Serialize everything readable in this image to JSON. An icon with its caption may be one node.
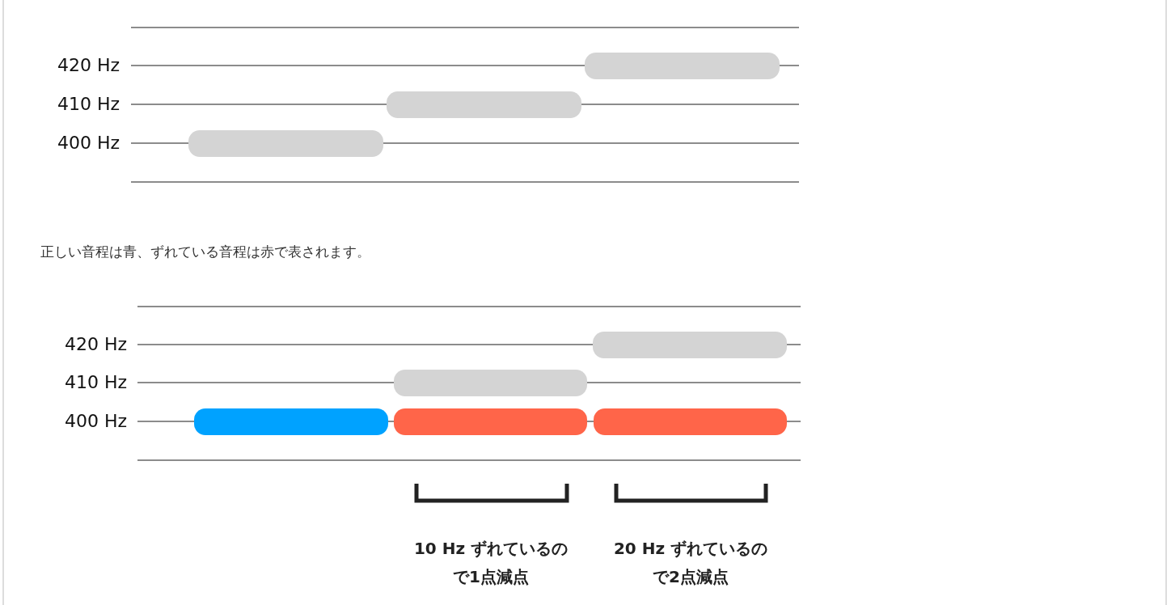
{
  "diagram": {
    "labels": [
      "420 Hz",
      "410 Hz",
      "400 Hz",
      "正しい音程は青、ずれている音程は赤で表されます。",
      "420 Hz",
      "410 Hz",
      "400 Hz",
      "10 Hz ずれているので1点減点",
      "20 Hz ずれているので2点減点"
    ]
  }
}
